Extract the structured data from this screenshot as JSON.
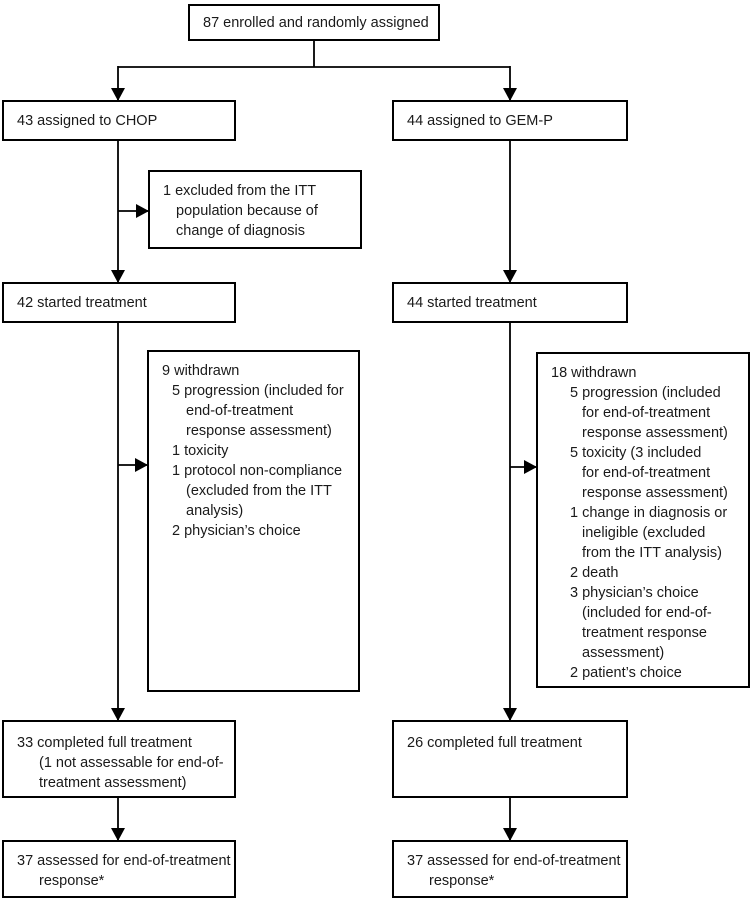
{
  "diagram": {
    "title": "trial-profile-flow-diagram",
    "colors": {
      "line": "#000000",
      "text": "#1a1a1a",
      "background": "#ffffff"
    },
    "enrolled": "87 enrolled and randomly assigned",
    "left_arm": {
      "assigned": "43 assigned to CHOP",
      "excluded_lines": [
        "1 excluded from the ITT",
        "population because of",
        "change of diagnosis"
      ],
      "started": "42 started treatment",
      "withdrawn_lines": [
        "9 withdrawn",
        "5 progression (included for",
        "end-of-treatment",
        "response assessment)",
        "1 toxicity",
        "1 protocol non-compliance",
        "(excluded from the ITT",
        "analysis)",
        "2 physician’s choice"
      ],
      "completed_lines": [
        "33 completed full treatment",
        "(1 not assessable for end-of-",
        "treatment assessment)"
      ],
      "assessed_lines": [
        "37 assessed for end-of-treatment",
        "response*"
      ]
    },
    "right_arm": {
      "assigned": "44 assigned to GEM-P",
      "started": "44 started treatment",
      "withdrawn_lines": [
        "18 withdrawn",
        "5 progression (included",
        "for end-of-treatment",
        "response assessment)",
        "5 toxicity (3 included",
        "for end-of-treatment",
        "response assessment)",
        "1 change in diagnosis or",
        "ineligible (excluded",
        "from the ITT analysis)",
        "2 death",
        "3 physician’s choice",
        "(included for end-of-",
        "treatment response",
        "assessment)",
        "2 patient’s choice"
      ],
      "completed_lines": [
        "26 completed full treatment"
      ],
      "assessed_lines": [
        "37 assessed for end-of-treatment",
        "response*"
      ]
    }
  }
}
